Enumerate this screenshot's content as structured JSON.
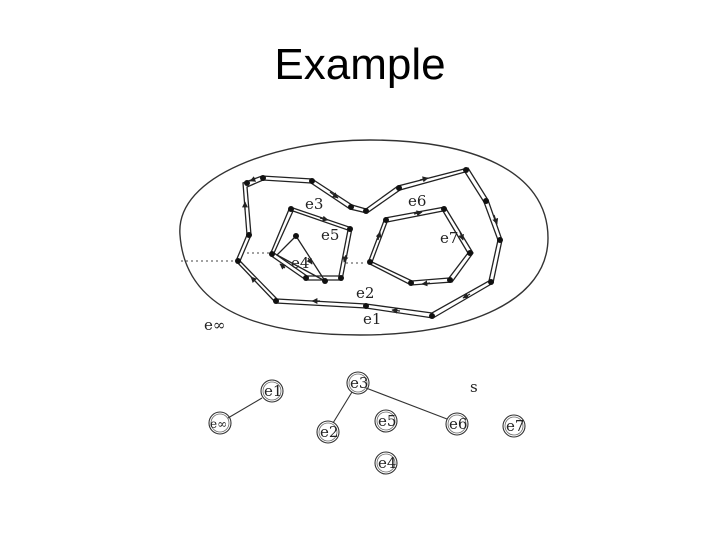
{
  "slide": {
    "title": "Example"
  },
  "diagram": {
    "region_labels": {
      "e_inf": "e∞",
      "e1": "e1",
      "e2": "e2",
      "e3": "e3",
      "e4": "e4",
      "e5": "e5",
      "e6": "e6",
      "e7": "e7"
    },
    "tree": {
      "root_label": "s",
      "nodes": {
        "e1": "e1",
        "e_inf": "e∞",
        "e2": "e2",
        "e3": "e3",
        "e4": "e4",
        "e5": "e5",
        "e6": "e6",
        "e7": "e7"
      },
      "edges": [
        [
          "e1",
          "e_inf"
        ],
        [
          "e3",
          "e2"
        ],
        [
          "e3",
          "e6"
        ]
      ]
    },
    "colors": {
      "ink": "#222222",
      "outline": "#333333"
    }
  }
}
